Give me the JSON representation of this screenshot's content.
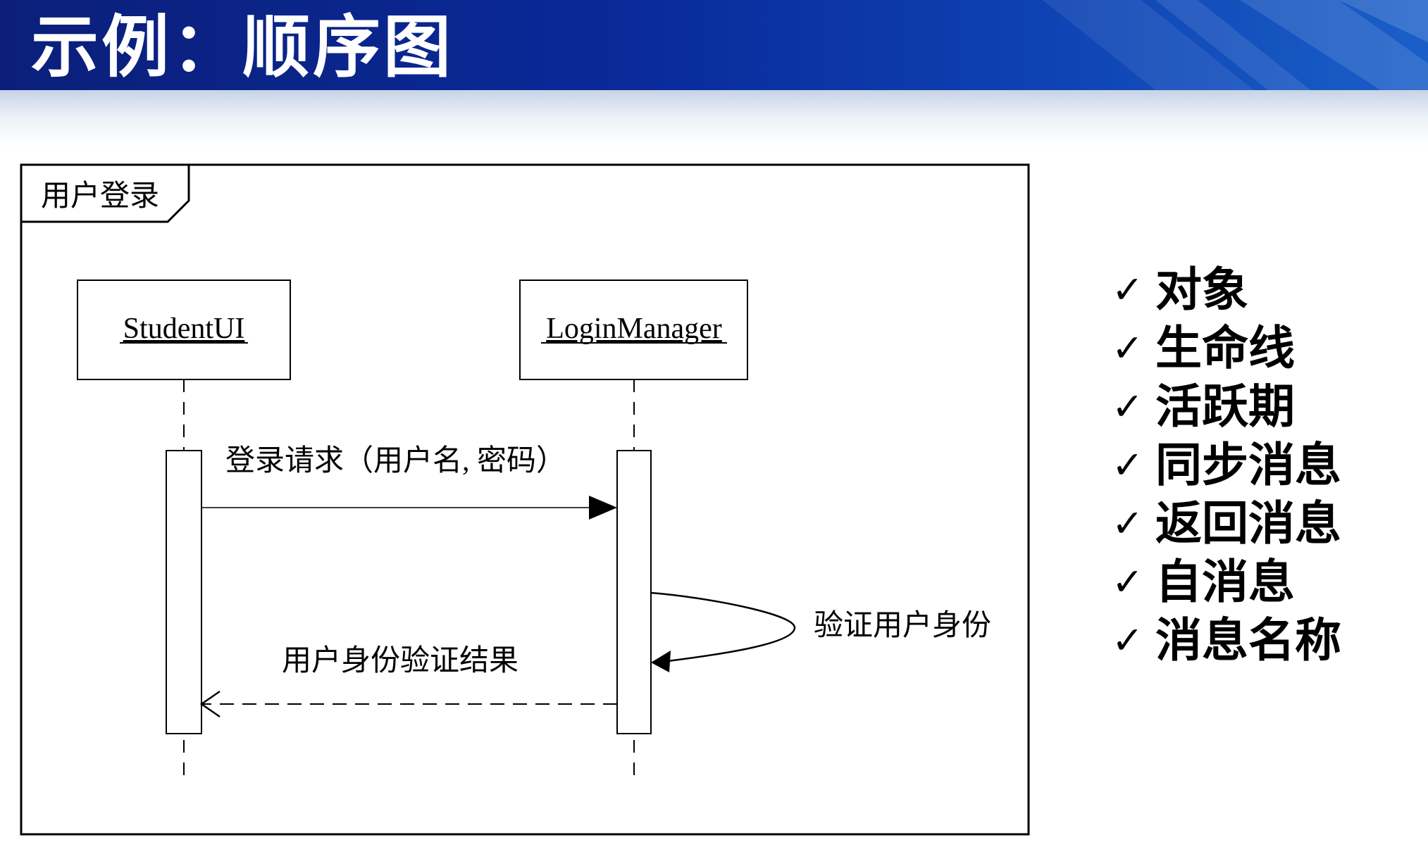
{
  "slide": {
    "title": "示例：顺序图"
  },
  "diagram": {
    "frame_label": "用户登录",
    "objects": [
      "StudentUI",
      "LoginManager"
    ],
    "messages": {
      "sync": "登录请求（用户名, 密码）",
      "self": "验证用户身份",
      "return": "用户身份验证结果"
    }
  },
  "checklist": {
    "mark": "✓",
    "items": [
      "对象",
      "生命线",
      "活跃期",
      "同步消息",
      "返回消息",
      "自消息",
      "消息名称"
    ]
  },
  "colors": {
    "header_blue": "#0a2a9a",
    "line": "#000000"
  }
}
